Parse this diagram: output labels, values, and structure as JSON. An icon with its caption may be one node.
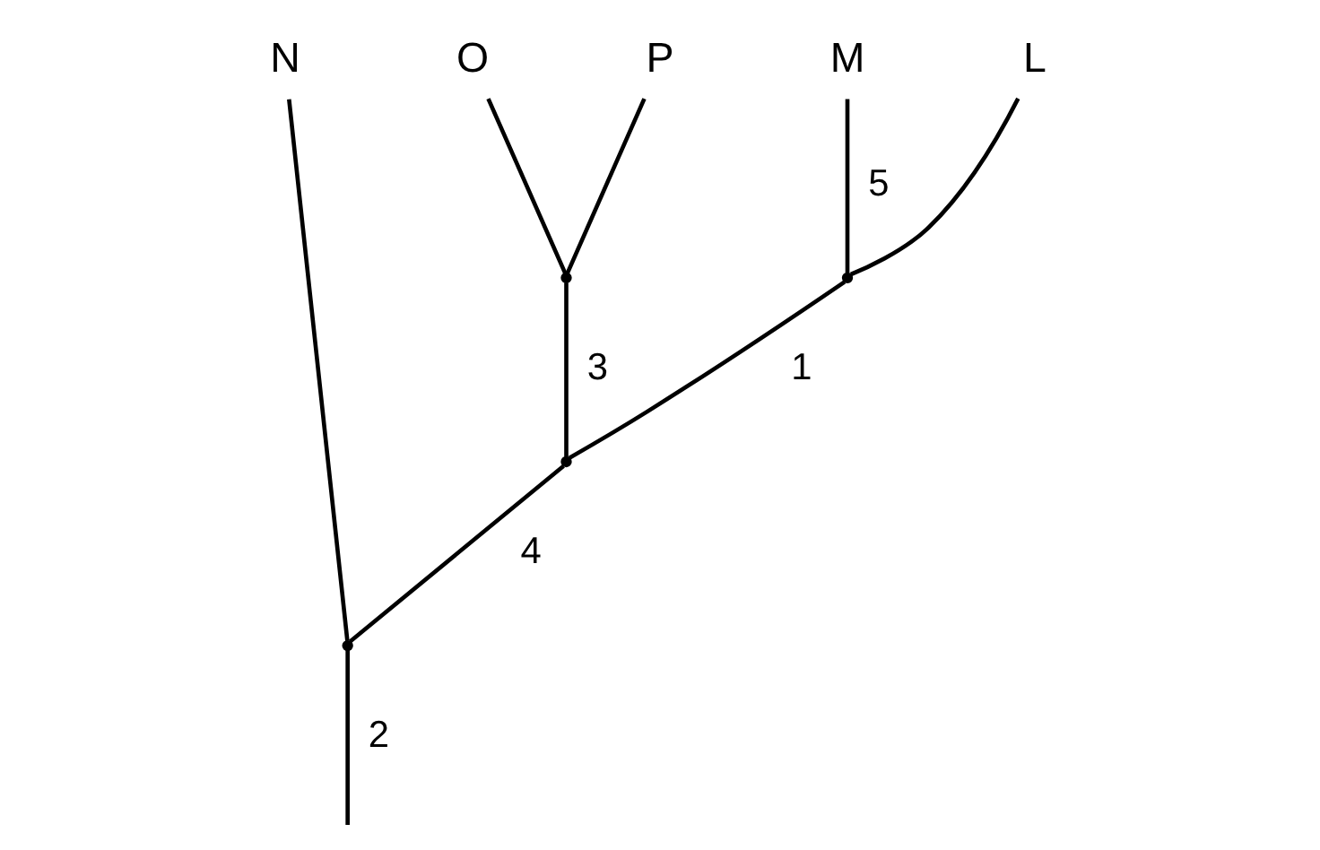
{
  "diagram": {
    "nodes": [
      {
        "text": [
          "N"
        ]
      },
      {
        "text": [
          "O"
        ]
      },
      {
        "text": [
          "P"
        ]
      },
      {
        "text": [
          "M"
        ]
      },
      {
        "text": [
          "L"
        ]
      },
      {
        "text": [],
        "shape": "point"
      },
      {
        "text": [],
        "shape": "point"
      },
      {
        "text": [],
        "shape": "point"
      },
      {
        "text": [],
        "shape": "point"
      }
    ],
    "edges": [
      {
        "from": null,
        "to": 5,
        "arrow": "none",
        "label": "2"
      },
      {
        "from": 5,
        "to": 0,
        "arrow": "none"
      },
      {
        "from": 5,
        "to": 6,
        "arrow": "none",
        "label": "4"
      },
      {
        "from": 6,
        "to": 7,
        "arrow": "none",
        "label": "3"
      },
      {
        "from": 7,
        "to": 1,
        "arrow": "none"
      },
      {
        "from": 7,
        "to": 2,
        "arrow": "none"
      },
      {
        "from": 6,
        "to": 8,
        "arrow": "none",
        "label": "1"
      },
      {
        "from": 8,
        "to": 3,
        "arrow": "none",
        "label": "5"
      },
      {
        "from": 8,
        "to": 4,
        "arrow": "none"
      }
    ]
  }
}
